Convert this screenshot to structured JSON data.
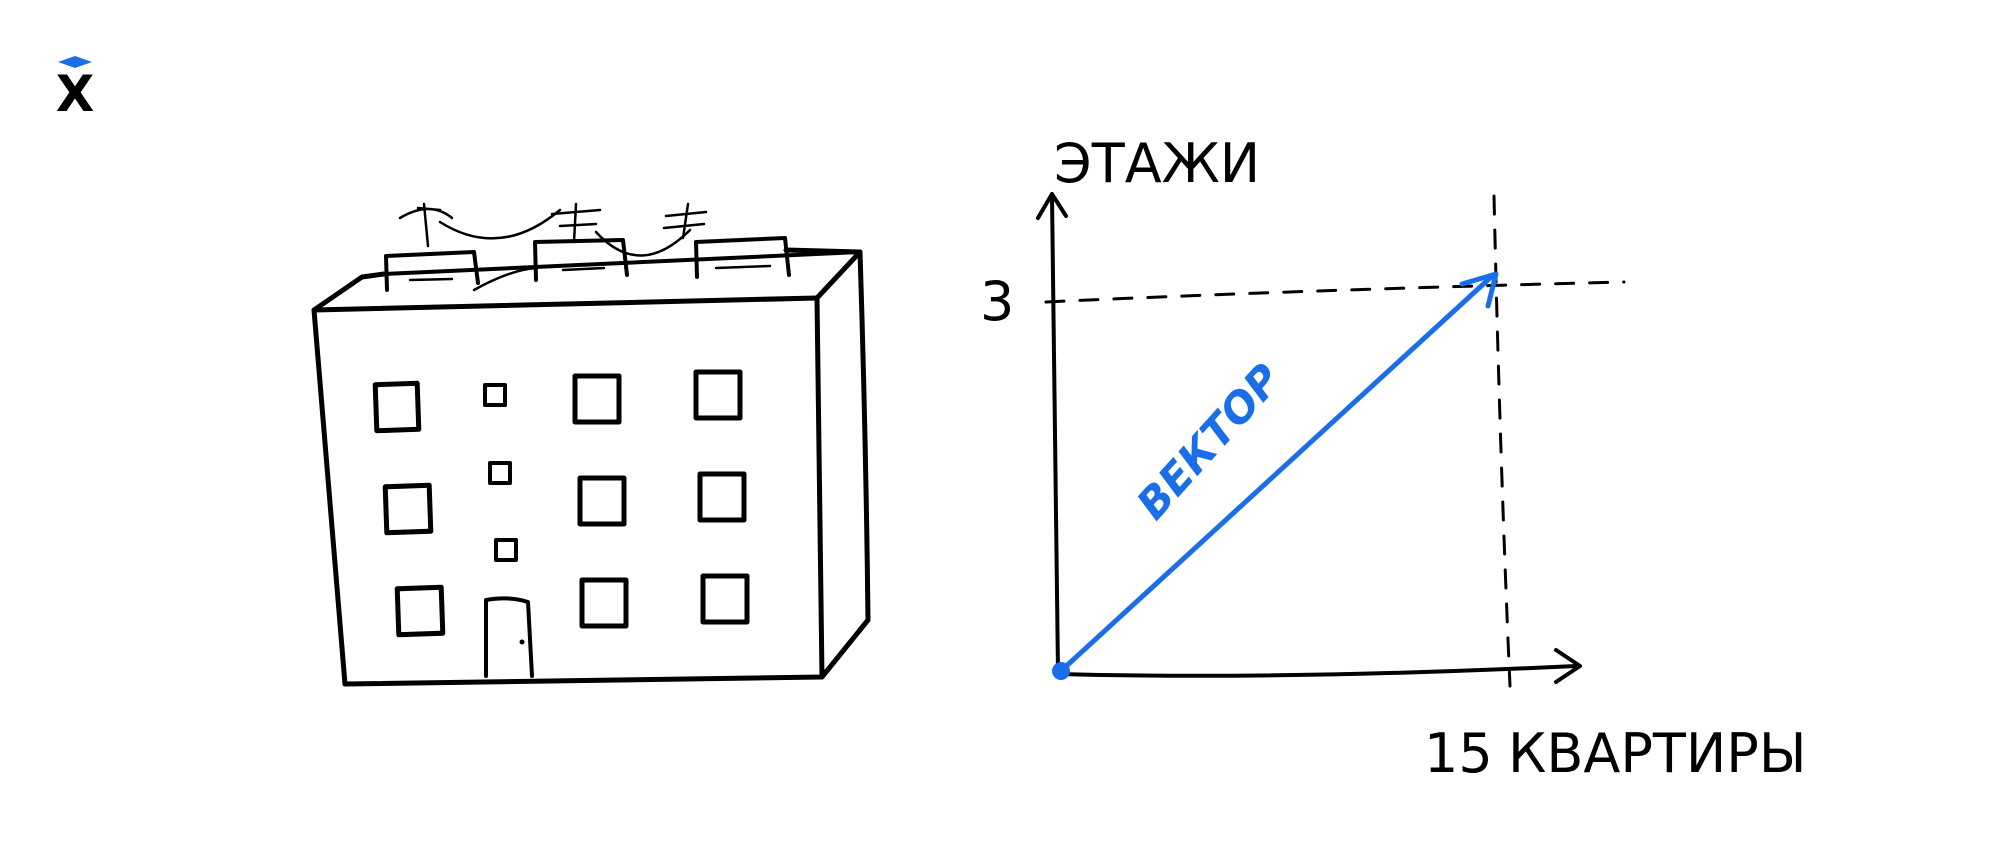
{
  "colors": {
    "ink": "#000000",
    "accent": "#1A6FE8",
    "background": "#FFFFFF"
  },
  "logo": {
    "icon": "x-logo-icon",
    "glyph": "X"
  },
  "illustration": {
    "icon": "apartment-building-icon"
  },
  "axes": {
    "y_label": "ЭТАЖИ",
    "x_label": "КВАРТИРЫ",
    "y_value": "3",
    "x_value": "15"
  },
  "vector": {
    "label": "ВЕКТОР",
    "components": [
      15,
      3
    ]
  }
}
